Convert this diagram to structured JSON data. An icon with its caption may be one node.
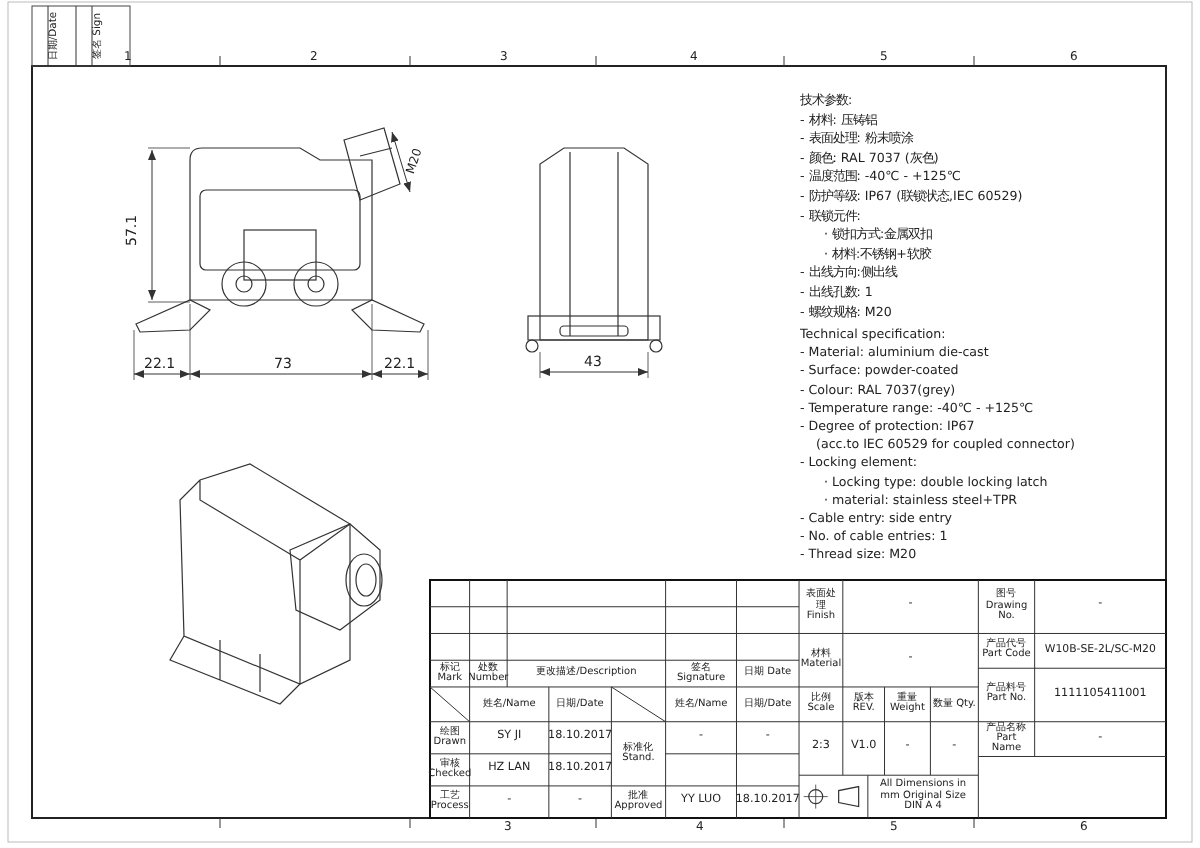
{
  "diagram": {
    "labels": [
      "日期/Date",
      "签名 Sign",
      "1",
      "2",
      "3",
      "4",
      "5",
      "6",
      "3",
      "4",
      "5",
      "6",
      "57.1",
      "M20",
      "22.1",
      "73",
      "22.1",
      "43",
      "技术参数:",
      "- 材料: 压铸铝",
      "- 表面处理: 粉末喷涂",
      "- 颜色: RAL 7037 (灰色)",
      "- 温度范围: -40℃ - +125℃",
      "- 防护等级: IP67 (联锁状态,IEC 60529)",
      "- 联锁元件:",
      "· 锁扣方式:金属双扣",
      "· 材料:不锈钢+软胶",
      "- 出线方向:侧出线",
      "- 出线孔数: 1",
      "- 螺纹规格: M20",
      "Technical specification:",
      "- Material: aluminium die-cast",
      "- Surface: powder-coated",
      "- Colour: RAL 7037(grey)",
      "- Temperature range: -40℃ - +125℃",
      "- Degree of protection: IP67",
      "(acc.to IEC 60529 for coupled connector)",
      "- Locking element:",
      "· Locking type: double locking latch",
      "· material: stainless steel+TPR",
      "- Cable entry: side entry",
      "- No. of cable entries: 1",
      "- Thread size: M20",
      "标记 Mark",
      "处数 Number",
      "更改描述/Description",
      "签名 Signature",
      "日期 Date",
      "姓名/Name",
      "日期/Date",
      "姓名/Name",
      "日期/Date",
      "绘图 Drawn",
      "SY JI",
      "18.10.2017",
      "标准化 Stand.",
      "-",
      "-",
      "审核 Checked",
      "HZ LAN",
      "18.10.2017",
      "工艺 Process",
      "-",
      "-",
      "批准 Approved",
      "YY LUO",
      "18.10.2017",
      "表面处理 Finish",
      "-",
      "材料 Material",
      "-",
      "比例 Scale",
      "版本 REV.",
      "重量 Weight",
      "数量 Qty.",
      "2:3",
      "V1.0",
      "-",
      "-",
      "All Dimensions in mm Original Size DIN A 4",
      "图号 Drawing No.",
      "-",
      "产品代号 Part Code",
      "W10B-SE-2L/SC-M20",
      "产品料号 Part No.",
      "1111105411001",
      "产品名称 Part Name",
      "-"
    ]
  }
}
